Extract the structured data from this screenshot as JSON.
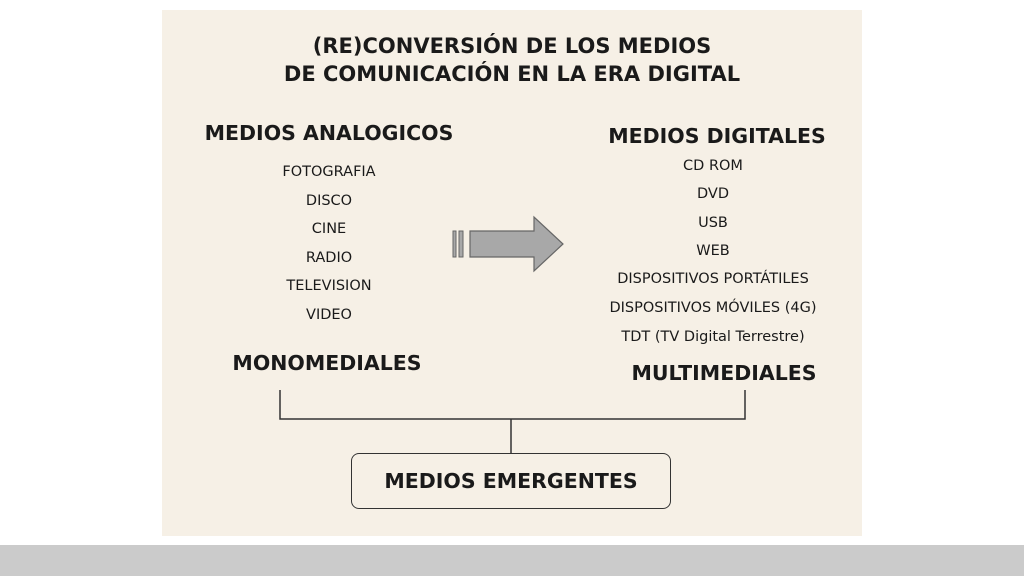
{
  "title": {
    "line1": "(RE)CONVERSIÓN DE LOS MEDIOS",
    "line2": "DE COMUNICACIÓN EN LA ERA DIGITAL"
  },
  "analog": {
    "heading": "MEDIOS ANALOGICOS",
    "items": [
      "FOTOGRAFIA",
      "DISCO",
      "CINE",
      "RADIO",
      "TELEVISION",
      "VIDEO"
    ],
    "category": "MONOMEDIALES"
  },
  "digital": {
    "heading": "MEDIOS DIGITALES",
    "items": [
      "CD ROM",
      "DVD",
      "USB",
      "WEB",
      "DISPOSITIVOS PORTÁTILES",
      "DISPOSITIVOS MÓVILES (4G)",
      "TDT (TV Digital Terrestre)"
    ],
    "category": "MULTIMEDIALES"
  },
  "result": {
    "label": "MEDIOS EMERGENTES"
  },
  "colors": {
    "slide_background": "#f6f0e6",
    "arrow_fill": "#a8a8a8",
    "text": "#1a1a1a",
    "bottom_bar": "#cbcbcb"
  },
  "icons": {
    "arrow": "right-arrow-icon"
  }
}
